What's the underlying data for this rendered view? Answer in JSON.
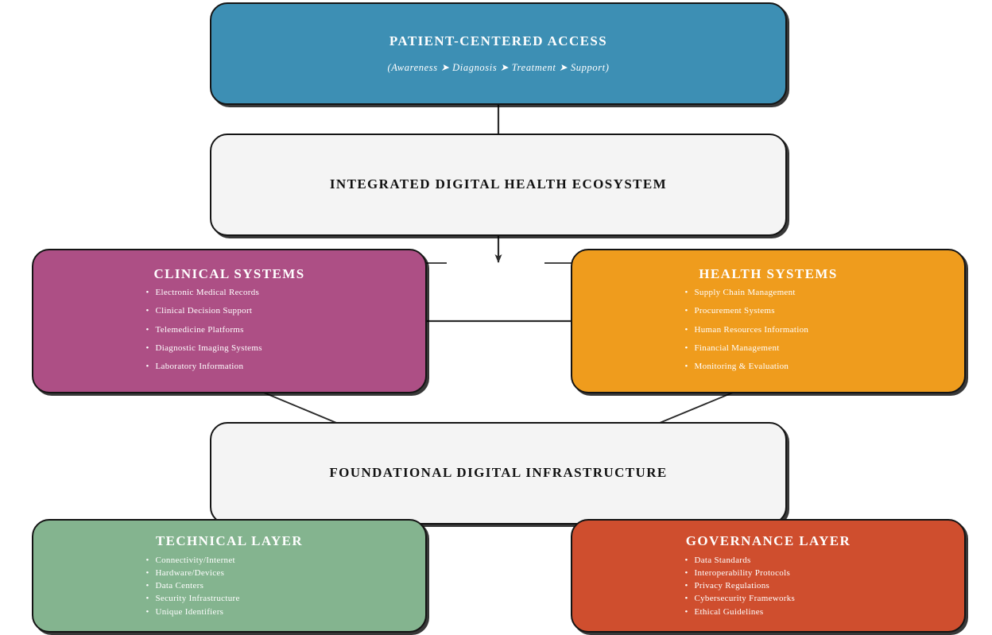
{
  "diagram": {
    "title": "Integrated Digital Health Ecosystem",
    "background": "#ffffff"
  },
  "nodes": {
    "patient": {
      "title": "PATIENT-CENTERED ACCESS",
      "subtitle": "(Awareness ➤ Diagnosis ➤ Treatment ➤ Support)",
      "color": "#3d8fb4",
      "text_color": "#ffffff"
    },
    "ecosystem": {
      "title": "INTEGRATED DIGITAL HEALTH ECOSYSTEM",
      "color": "#f4f4f4",
      "text_color": "#111111"
    },
    "clinical": {
      "title": "CLINICAL SYSTEMS",
      "color": "#ad4f85",
      "text_color": "#ffffff",
      "items": [
        "Electronic Medical Records",
        "Clinical Decision Support",
        "Telemedicine Platforms",
        "Diagnostic Imaging Systems",
        "Laboratory Information"
      ]
    },
    "health": {
      "title": "HEALTH SYSTEMS",
      "color": "#ef9c1d",
      "text_color": "#ffffff",
      "items": [
        "Supply Chain Management",
        "Procurement Systems",
        "Human Resources Information",
        "Financial Management",
        "Monitoring & Evaluation"
      ]
    },
    "foundation": {
      "title": "FOUNDATIONAL DIGITAL INFRASTRUCTURE",
      "color": "#f4f4f4",
      "text_color": "#111111"
    },
    "technical": {
      "title": "TECHNICAL LAYER",
      "color": "#84b48f",
      "text_color": "#ffffff",
      "items": [
        "Connectivity/Internet",
        "Hardware/Devices",
        "Data Centers",
        "Security Infrastructure",
        "Unique Identifiers"
      ]
    },
    "governance": {
      "title": "GOVERNANCE LAYER",
      "color": "#cf4e2e",
      "text_color": "#ffffff",
      "items": [
        "Data Standards",
        "Interoperability Protocols",
        "Privacy Regulations",
        "Cybersecurity Frameworks",
        "Ethical Guidelines"
      ]
    }
  },
  "connectors": [
    {
      "name": "patient-to-ecosystem",
      "from": "patient",
      "to": "ecosystem",
      "style": "vertical-down"
    },
    {
      "name": "ecosystem-to-split",
      "from": "ecosystem",
      "to": "split",
      "style": "vertical-down"
    },
    {
      "name": "split-to-clinical",
      "from": "split",
      "to": "clinical",
      "style": "horizontal-left"
    },
    {
      "name": "split-to-health",
      "from": "split",
      "to": "health",
      "style": "horizontal-right"
    },
    {
      "name": "clinical-health-bidirectional",
      "from": "clinical",
      "to": "health",
      "style": "bidirectional"
    },
    {
      "name": "clinical-to-foundation",
      "from": "clinical",
      "to": "foundation",
      "style": "diagonal"
    },
    {
      "name": "health-to-foundation",
      "from": "health",
      "to": "foundation",
      "style": "diagonal"
    },
    {
      "name": "foundation-to-technical",
      "from": "foundation",
      "to": "technical",
      "style": "diagonal"
    },
    {
      "name": "foundation-to-governance",
      "from": "foundation",
      "to": "governance",
      "style": "diagonal"
    }
  ],
  "stroke": {
    "color": "#2b2b2b",
    "width": 2
  }
}
